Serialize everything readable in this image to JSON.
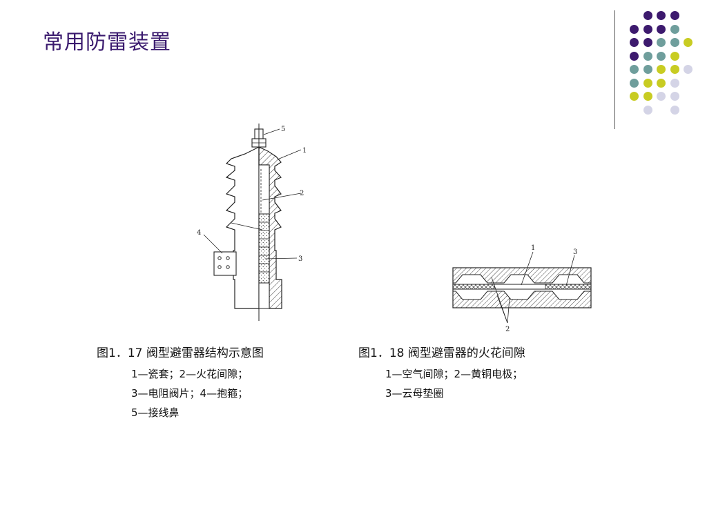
{
  "title": "常用防雷装置",
  "colors": {
    "title": "#3a1a6e",
    "dot_purple": "#3d1a6e",
    "dot_teal": "#6f9e9c",
    "dot_yellow": "#c8cc22",
    "dot_lavender": "#d4d4e6"
  },
  "figure1": {
    "caption": "图1．17  阀型避雷器结构示意图",
    "callouts": [
      "1",
      "2",
      "3",
      "4",
      "5"
    ],
    "legend": [
      "1—瓷套；2—火花间隙；",
      "3—电阻阀片；4—抱箍；",
      "5—接线鼻"
    ]
  },
  "figure2": {
    "caption": "图1．18 阀型避雷器的火花间隙",
    "callouts": [
      "1",
      "3",
      "2"
    ],
    "legend": [
      "1—空气间隙；2—黄铜电极；",
      "3—云母垫圈"
    ]
  }
}
